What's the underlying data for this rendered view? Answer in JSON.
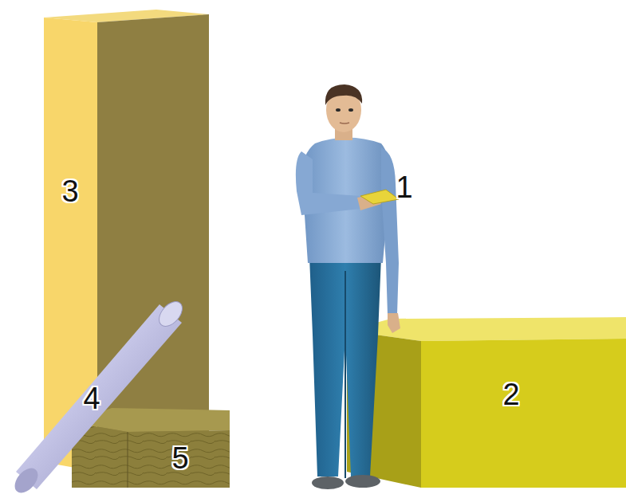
{
  "diagram": {
    "labels": [
      "3",
      "1",
      "4",
      "2",
      "5"
    ]
  }
}
